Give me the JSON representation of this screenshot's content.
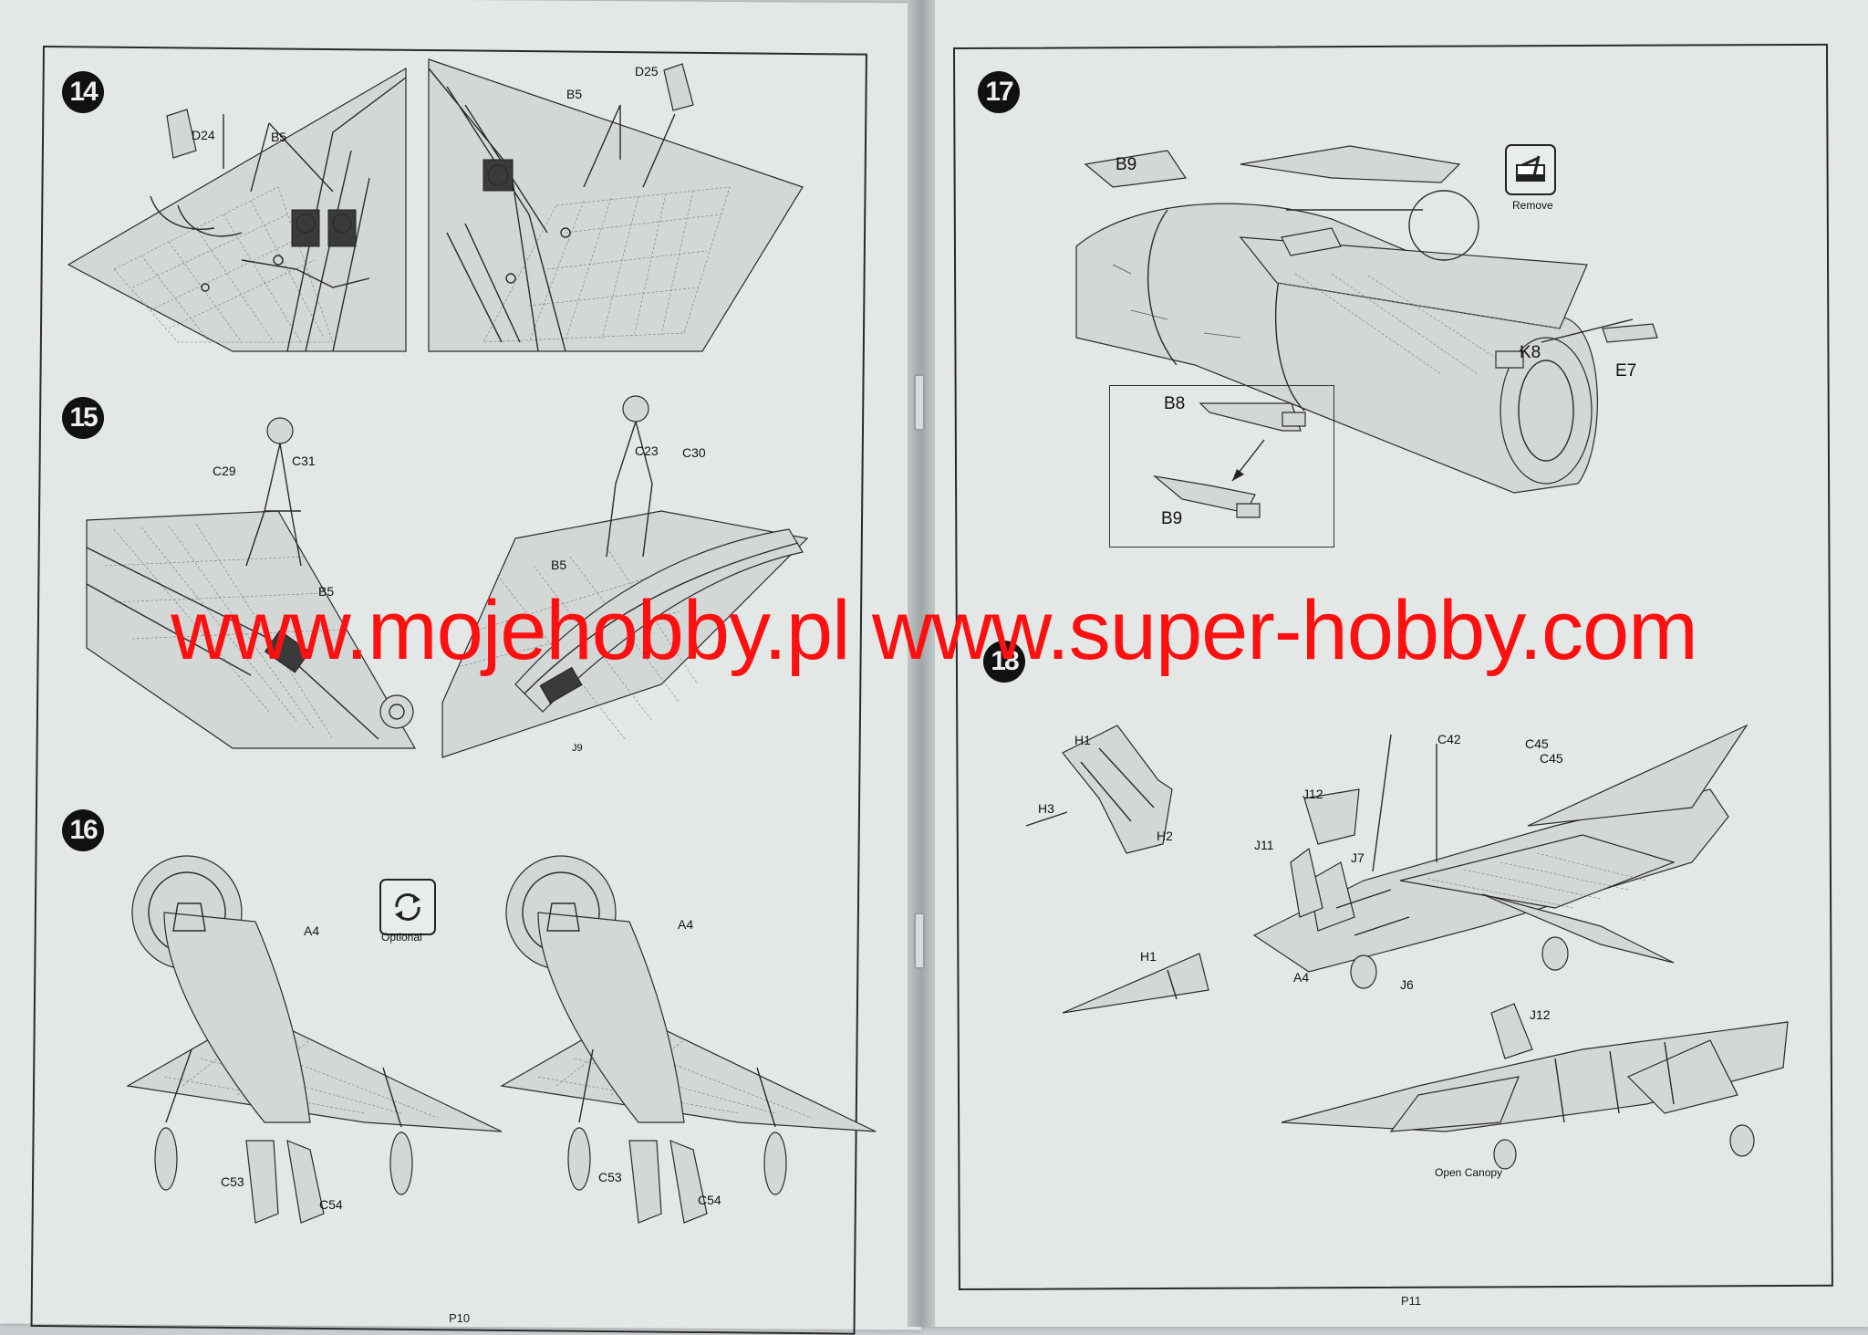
{
  "left_page": {
    "folio": "P10",
    "steps": [
      {
        "number": "14",
        "parts": [
          "D24",
          "B5",
          "B5",
          "D25"
        ]
      },
      {
        "number": "15",
        "parts": [
          "C29",
          "C31",
          "B5",
          "C23",
          "C30",
          "B5",
          "J9"
        ]
      },
      {
        "number": "16",
        "parts": [
          "A4",
          "A4",
          "C53",
          "C54",
          "C53",
          "C54"
        ],
        "icon": "optional-icon",
        "icon_label": "Optional"
      }
    ]
  },
  "right_page": {
    "folio": "P11",
    "steps": [
      {
        "number": "17",
        "parts": [
          "B9",
          "K8",
          "E7"
        ],
        "icon": "remove-icon",
        "icon_label": "Remove",
        "inset_parts": [
          "B8",
          "B9"
        ]
      },
      {
        "number": "18",
        "parts": [
          "H1",
          "H3",
          "H2",
          "J12",
          "J11",
          "C42",
          "C45",
          "C45",
          "J7",
          "A4",
          "J6",
          "H1",
          "J12"
        ],
        "caption": "Open Canopy"
      }
    ]
  },
  "watermark": {
    "text": "www.mojehobby.pl www.super-hobby.com",
    "color": "#ff1010"
  }
}
